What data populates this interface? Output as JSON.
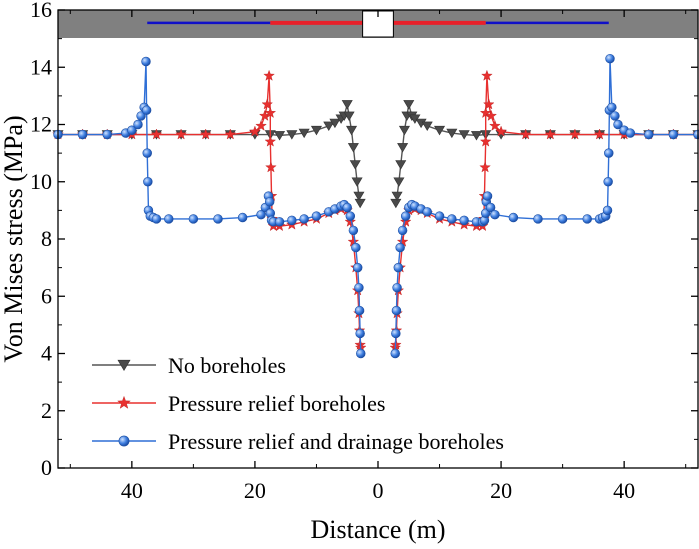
{
  "chart_data": {
    "type": "line",
    "title": "",
    "xlabel": "Distance (m)",
    "ylabel": "Von Mises stress (MPa)",
    "xlim": [
      -52,
      52
    ],
    "ylim": [
      0,
      16
    ],
    "x_tick_values": [
      -40,
      -20,
      0,
      20,
      40
    ],
    "x_tick_labels": [
      "40",
      "20",
      "0",
      "20",
      "40"
    ],
    "y_tick_values": [
      0,
      2,
      4,
      6,
      8,
      10,
      12,
      14,
      16
    ],
    "y_tick_labels": [
      "0",
      "2",
      "4",
      "6",
      "8",
      "10",
      "12",
      "14",
      "16"
    ],
    "grid": false,
    "legend_position": "bottom-left",
    "colors": {
      "no_boreholes": "#555555",
      "pressure_relief": "#e8302f",
      "pressure_relief_drainage": "#2f6fd6",
      "roadway_band": "#808080",
      "roadway_blue": "#1010c8",
      "roadway_red": "#e8202a"
    },
    "roadway_schematic": {
      "outer_blue": [
        37.5,
        17.5
      ],
      "inner_red": [
        17.5,
        2.5
      ],
      "opening_half_width": 2.5,
      "y": 15.55
    },
    "series": [
      {
        "name": "No boreholes",
        "marker": "triangle-down",
        "color": "#555555",
        "x": [
          -52,
          -48,
          -44,
          -40,
          -36,
          -32,
          -28,
          -24,
          -20,
          -17.5,
          -16,
          -14,
          -12,
          -10,
          -8,
          -7,
          -6,
          -5.5,
          -5,
          -4.7,
          -4.3,
          -4,
          -3.7,
          -3.4,
          -3.1,
          -2.9,
          2.9,
          3.1,
          3.4,
          3.7,
          4,
          4.3,
          4.7,
          5,
          5.5,
          6,
          7,
          8,
          10,
          12,
          14,
          16,
          17.5,
          20,
          24,
          28,
          32,
          36,
          40,
          44,
          48,
          52
        ],
        "y": [
          11.65,
          11.65,
          11.65,
          11.65,
          11.65,
          11.65,
          11.65,
          11.65,
          11.65,
          11.65,
          11.62,
          11.65,
          11.7,
          11.8,
          11.95,
          12.05,
          12.2,
          12.3,
          12.7,
          12.3,
          11.8,
          11.2,
          10.6,
          10.0,
          9.5,
          9.25,
          9.25,
          9.5,
          10.0,
          10.6,
          11.2,
          11.8,
          12.3,
          12.7,
          12.3,
          12.2,
          12.05,
          11.95,
          11.8,
          11.7,
          11.65,
          11.62,
          11.65,
          11.65,
          11.65,
          11.65,
          11.65,
          11.65,
          11.65,
          11.65,
          11.65,
          11.65
        ]
      },
      {
        "name": "Pressure relief boreholes",
        "marker": "star",
        "color": "#e8302f",
        "x": [
          -52,
          -48,
          -44,
          -40,
          -36,
          -32,
          -28,
          -24,
          -20,
          -19,
          -18.4,
          -18,
          -17.7,
          -17.5,
          -17.5,
          -17.4,
          -17.3,
          -17.2,
          -17,
          -16,
          -14,
          -12,
          -10,
          -8,
          -7,
          -6,
          -5,
          -4.5,
          -4,
          -3.6,
          -3.3,
          -3.1,
          -3,
          -2.9,
          -2.8,
          2.8,
          2.9,
          3,
          3.1,
          3.3,
          3.6,
          4,
          4.5,
          5,
          6,
          7,
          8,
          10,
          12,
          14,
          16,
          17,
          17.2,
          17.3,
          17.4,
          17.5,
          17.5,
          17.7,
          18,
          18.4,
          19,
          20,
          24,
          28,
          32,
          36,
          40,
          44,
          48,
          52
        ],
        "y": [
          11.65,
          11.65,
          11.65,
          11.65,
          11.65,
          11.65,
          11.65,
          11.65,
          11.75,
          11.95,
          12.3,
          12.7,
          13.7,
          12.4,
          11.4,
          10.5,
          9.5,
          8.7,
          8.45,
          8.45,
          8.5,
          8.6,
          8.7,
          8.9,
          9.0,
          9.05,
          9.0,
          8.6,
          7.9,
          7.0,
          6.2,
          5.4,
          4.8,
          4.3,
          4.2,
          4.2,
          4.3,
          4.8,
          5.4,
          6.2,
          7.0,
          7.9,
          8.6,
          9.0,
          9.05,
          9.0,
          8.9,
          8.7,
          8.6,
          8.5,
          8.45,
          8.45,
          8.7,
          9.5,
          10.5,
          11.4,
          12.4,
          13.7,
          12.7,
          12.3,
          11.95,
          11.75,
          11.65,
          11.65,
          11.65,
          11.65,
          11.65,
          11.65,
          11.65,
          11.65
        ]
      },
      {
        "name": "Pressure relief and drainage boreholes",
        "marker": "circle",
        "color": "#2f6fd6",
        "x": [
          -52,
          -48,
          -44,
          -41,
          -40,
          -39,
          -38.5,
          -38,
          -37.7,
          -37.6,
          -37.5,
          -37.4,
          -37.3,
          -37,
          -36.5,
          -36,
          -34,
          -30,
          -26,
          -22,
          -19,
          -18.3,
          -17.8,
          -17.6,
          -17.5,
          -17.3,
          -17,
          -16,
          -14,
          -12,
          -10,
          -8,
          -7,
          -6,
          -5.5,
          -5,
          -4.5,
          -4,
          -3.6,
          -3.3,
          -3.1,
          -3,
          -2.9,
          -2.8,
          2.8,
          2.9,
          3,
          3.1,
          3.3,
          3.6,
          4,
          4.5,
          5,
          5.5,
          6,
          7,
          8,
          10,
          12,
          14,
          16,
          17,
          17.3,
          17.5,
          17.6,
          17.8,
          18.3,
          19,
          22,
          26,
          30,
          34,
          36,
          36.5,
          37,
          37.3,
          37.4,
          37.5,
          37.6,
          37.7,
          38,
          38.5,
          39,
          40,
          41,
          44,
          48,
          52
        ],
        "y": [
          11.65,
          11.65,
          11.65,
          11.7,
          11.8,
          12.0,
          12.3,
          12.6,
          14.2,
          12.5,
          11.0,
          10.0,
          9.0,
          8.8,
          8.75,
          8.7,
          8.7,
          8.7,
          8.7,
          8.75,
          8.85,
          9.1,
          9.5,
          9.3,
          8.9,
          8.65,
          8.6,
          8.6,
          8.65,
          8.7,
          8.8,
          8.95,
          9.05,
          9.15,
          9.2,
          9.1,
          8.8,
          8.3,
          7.7,
          7.0,
          6.3,
          5.5,
          4.7,
          4.0,
          4.0,
          4.7,
          5.5,
          6.3,
          7.0,
          7.7,
          8.3,
          8.8,
          9.1,
          9.2,
          9.15,
          9.05,
          8.95,
          8.8,
          8.7,
          8.65,
          8.6,
          8.6,
          8.65,
          8.9,
          9.3,
          9.5,
          9.1,
          8.85,
          8.75,
          8.7,
          8.7,
          8.7,
          8.7,
          8.75,
          8.8,
          9.0,
          10.0,
          11.0,
          12.5,
          14.3,
          12.6,
          12.3,
          12.0,
          11.8,
          11.7,
          11.65,
          11.65,
          11.65
        ]
      }
    ]
  }
}
